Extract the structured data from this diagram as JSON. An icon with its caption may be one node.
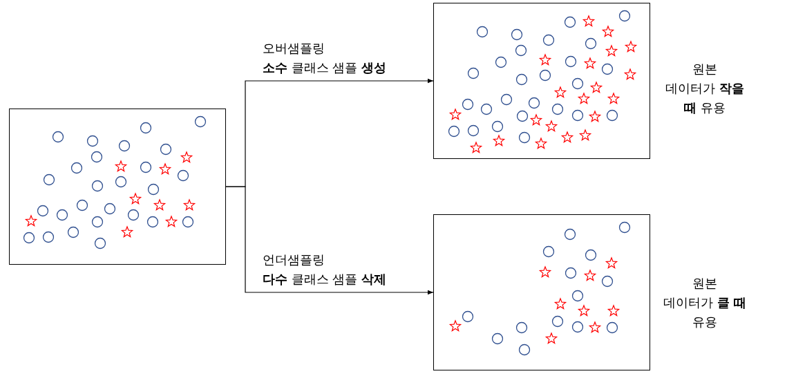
{
  "diagram": {
    "nodes": [
      {
        "text": [],
        "shape": "picture"
      },
      {
        "text": [],
        "shape": "picture",
        "beside": [
          "원본 데이터가 **작을 때** 유용"
        ]
      },
      {
        "text": [],
        "shape": "picture",
        "beside": [
          "원본 데이터가 **클 때** 유용"
        ]
      }
    ],
    "edges": [
      {
        "from": 0,
        "to": 1,
        "arrow": "to",
        "label": "오버샘플링 **소수** 클래스 샘플 **생성**"
      },
      {
        "from": 0,
        "to": 2,
        "arrow": "to",
        "label": "언더샘플링 **다수** 클래스 샘플 **삭제**"
      }
    ]
  }
}
